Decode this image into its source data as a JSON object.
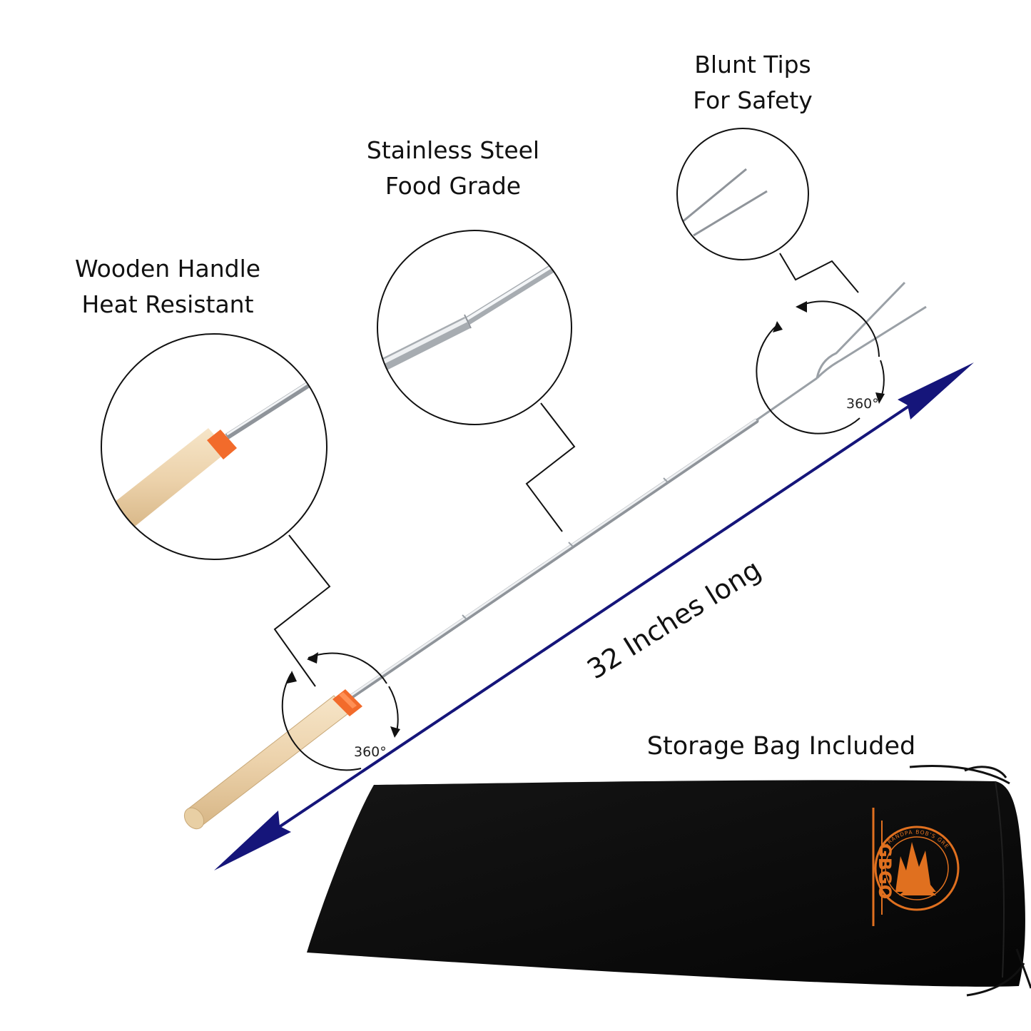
{
  "labels": {
    "wooden_handle": [
      "Wooden Handle",
      "Heat Resistant"
    ],
    "stainless_steel": [
      "Stainless Steel",
      "Food Grade"
    ],
    "blunt_tips": [
      "Blunt Tips",
      "For Safety"
    ],
    "length": "32 Inches long",
    "storage_bag": "Storage Bag Included"
  },
  "rotation_badges": {
    "handle": "360°",
    "tip": "360°"
  },
  "bag_logo": {
    "initials": "GBGO",
    "ring_text": "GRANDPA BOB'S GREAT OUTDOORS"
  },
  "colors": {
    "arrow": "#15157a",
    "bag": "#0c0c0c",
    "logo": "#e0701f",
    "wood": "#ecd2ab",
    "ferrule": "#f26b2b",
    "steel": "#c9ccd0"
  }
}
